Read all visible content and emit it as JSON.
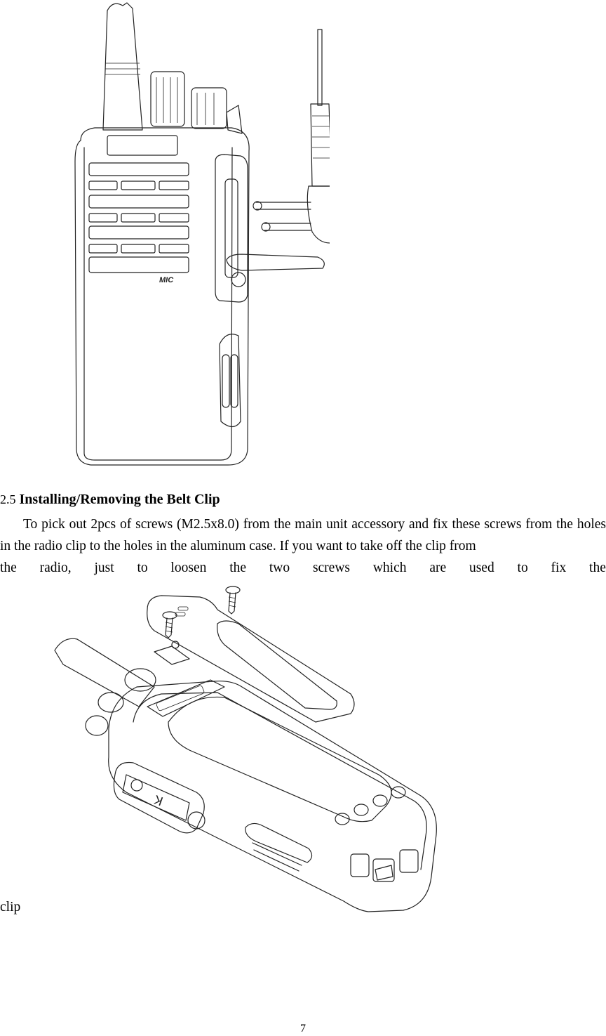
{
  "section": {
    "number": "2.5",
    "title": "Installing/Removing the Belt Clip"
  },
  "paragraph": {
    "lines": [
      "To pick out 2pcs of screws (M2.5x8.0) from the main unit accessory and fix these screws from the holes in the radio clip to the holes in the aluminum case. If you want to take off the clip from"
    ],
    "last_line_words": [
      "the",
      "radio,",
      "just",
      "to",
      "loosen",
      "the",
      "two",
      "screws",
      "which",
      "are",
      "used",
      "to",
      "fix",
      "the"
    ],
    "continuation": "clip"
  },
  "figures": {
    "top_brand_mark": "MIC"
  },
  "page_number": "7"
}
